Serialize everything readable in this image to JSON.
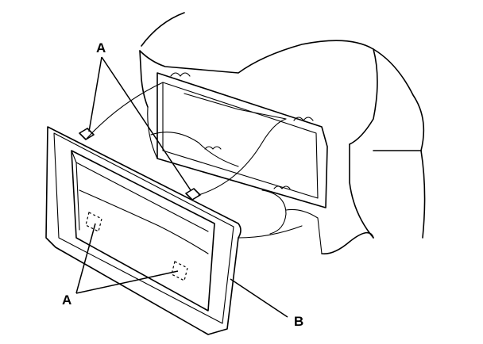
{
  "labels": {
    "clip_top": "A",
    "clip_bottom": "A",
    "bezel": "B"
  }
}
